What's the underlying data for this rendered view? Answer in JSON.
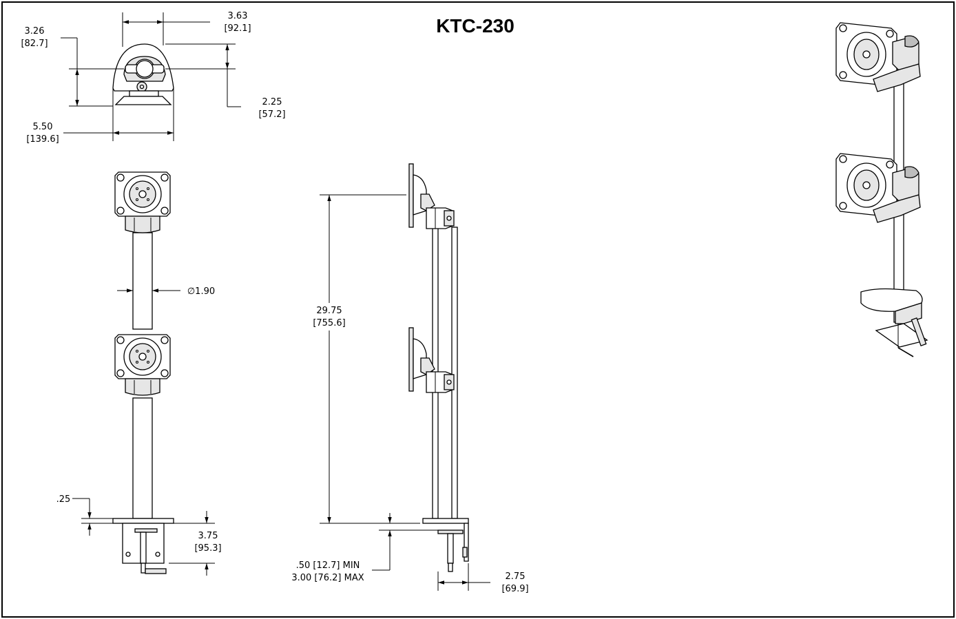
{
  "title": "KTC-230",
  "dimensions": {
    "top_width": [
      "3.63",
      "[92.1]"
    ],
    "top_height": [
      "3.26",
      "[82.7]"
    ],
    "top_depth": [
      "2.25",
      "[57.2]"
    ],
    "base_width": [
      "5.50",
      "[139.6]"
    ],
    "pole_diameter": "∅1.90",
    "plate_thickness": ".25",
    "clamp_height": [
      "3.75",
      "[95.3]"
    ],
    "pole_height": [
      "29.75",
      "[755.6]"
    ],
    "desk_range": [
      ".50 [12.7] MIN",
      "3.00 [76.2] MAX"
    ],
    "clamp_depth": [
      "2.75",
      "[69.9]"
    ]
  },
  "colors": {
    "line": "#000000",
    "shade": "#e6e6e6",
    "dark": "#bdbdbd"
  },
  "icons": {
    "arrow": "arrowhead"
  }
}
